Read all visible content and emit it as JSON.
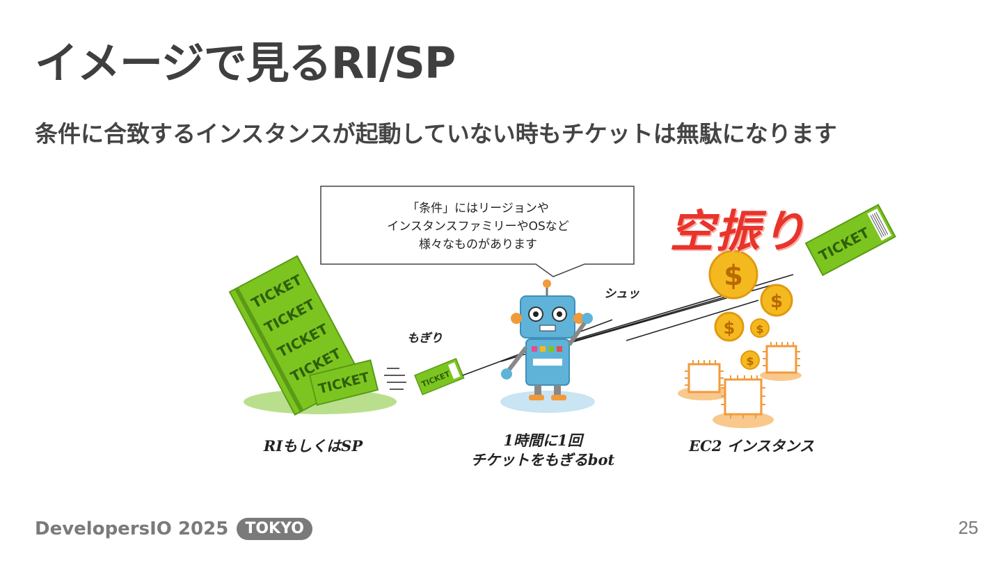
{
  "slide": {
    "title": "イメージで見るRI/SP",
    "subtitle": "条件に合致するインスタンスが起動していない時もチケットは無駄になります",
    "callout": {
      "line1": "「条件」にはリージョンや",
      "line2": "インスタンスファミリーやOSなど",
      "line3": "様々なものがあります"
    },
    "figure": {
      "ticket_text": "TICKET",
      "label_mogiri": "もぎり",
      "label_shu": "シュッ",
      "label_karaburi": "空振り",
      "caption_ri": "RIもしくはSP",
      "caption_bot_line1": "1時間に1回",
      "caption_bot_line2": "チケットをもぎるbot",
      "caption_ec2": "EC2 インスタンス",
      "coin_symbol": "$"
    },
    "footer": {
      "brand": "DevelopersIO 2025",
      "badge": "TOKYO"
    },
    "page_number": "25"
  },
  "colors": {
    "ticket_green": "#7cc520",
    "ticket_dark": "#3a7d0f",
    "coin_gold": "#f5b920",
    "robot_blue": "#5fb3d8",
    "chip_orange": "#f29a3a",
    "accent_red": "#e8342c"
  }
}
